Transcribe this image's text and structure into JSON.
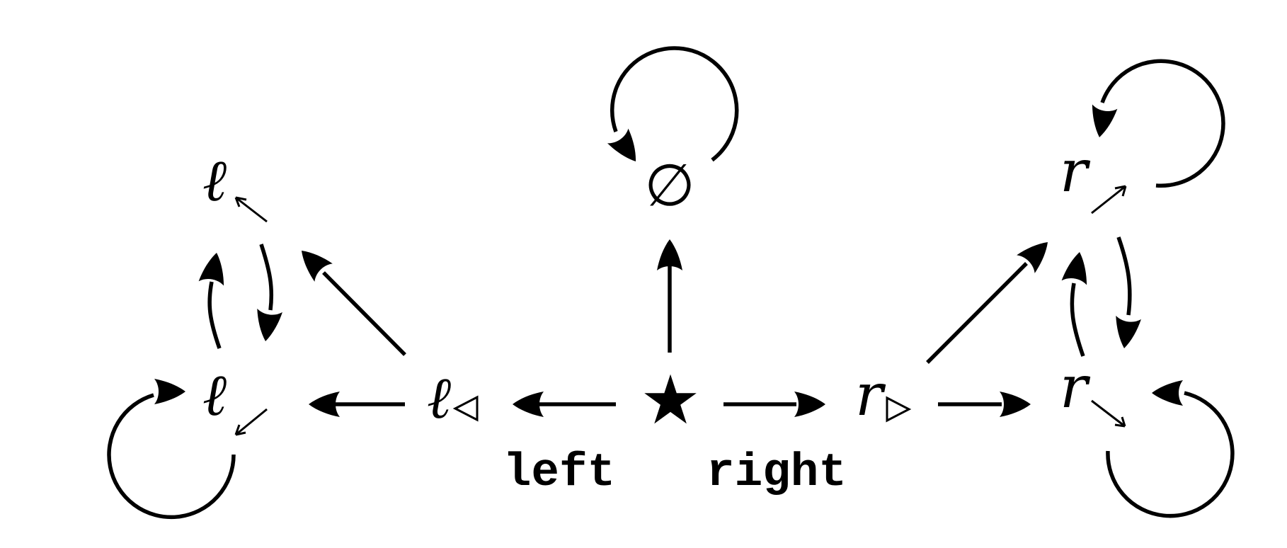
{
  "nodes": {
    "star": {
      "symbol": "★"
    },
    "empty": {
      "symbol": "∅"
    },
    "l_tri": {
      "base": "ℓ"
    },
    "r_tri": {
      "base": "r"
    },
    "l_up": {
      "base": "ℓ"
    },
    "l_down": {
      "base": "ℓ"
    },
    "r_up": {
      "base": "r"
    },
    "r_down": {
      "base": "r"
    }
  },
  "edge_labels": {
    "left": "left",
    "right": "right"
  }
}
